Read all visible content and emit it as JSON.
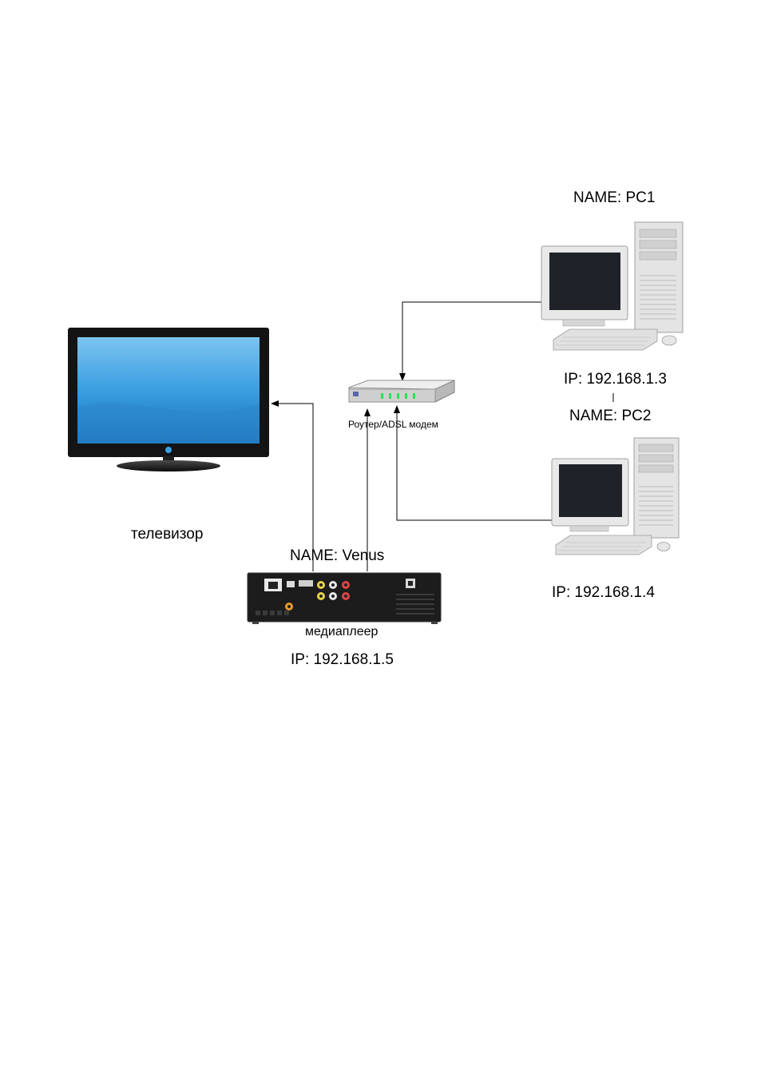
{
  "tv": {
    "label": "телевизор",
    "icon": "television-icon"
  },
  "router": {
    "label": "Роутер/ADSL модем",
    "icon": "router-icon"
  },
  "pc1": {
    "name": "NAME: PC1",
    "ip": "IP: 192.168.1.3",
    "icon": "desktop-computer-icon"
  },
  "pc2": {
    "name": "NAME: PC2",
    "ip": "IP: 192.168.1.4",
    "icon": "desktop-computer-icon"
  },
  "player": {
    "name": "NAME: Venus",
    "label": "медиаплеер",
    "ip": "IP: 192.168.1.5",
    "icon": "media-player-icon"
  },
  "colors": {
    "line": "#000000",
    "screen": "#2f8fd6",
    "tv_body": "#141414",
    "player_body": "#1c1c1c",
    "router_led": "#33dd55"
  }
}
